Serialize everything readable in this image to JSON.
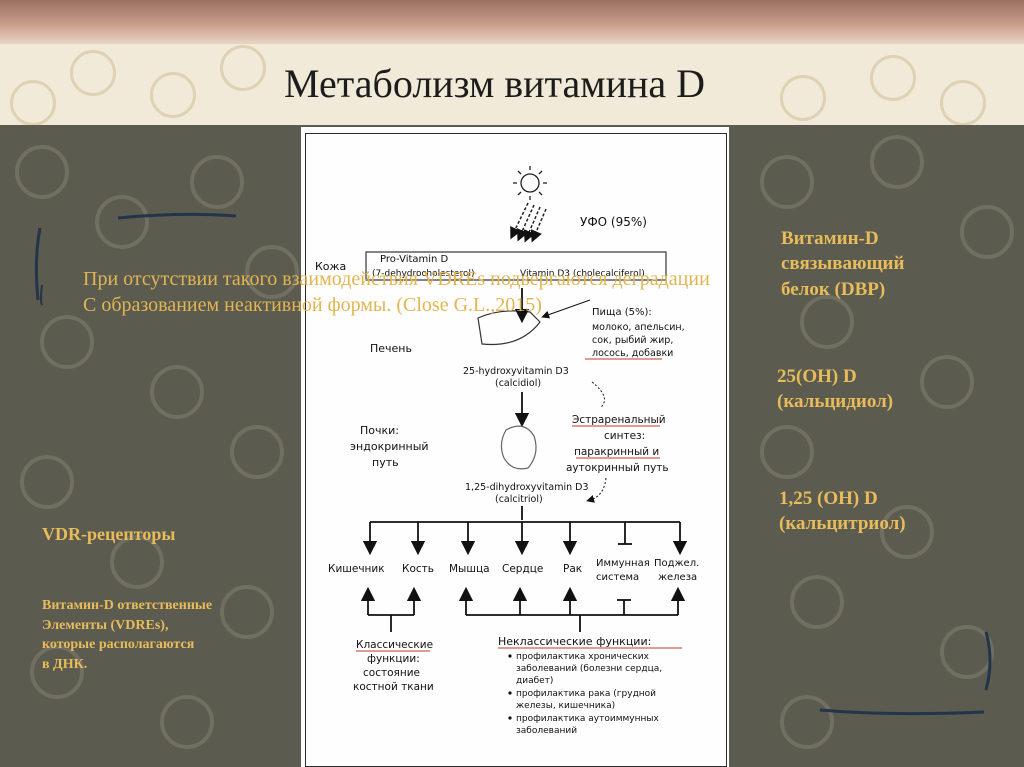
{
  "slide": {
    "title": "Метаболизм витамина D",
    "overlay_line1": "При отсутствии такого взаимодействия VDREs подвергаются деградации",
    "overlay_line2": "С образованием неактивной формы. (Close G.L.,2015)",
    "right_labels": [
      {
        "line1": "Витамин-D",
        "line2": "связывающий",
        "line3": "белок (DBP)"
      },
      {
        "line1": "25(OH) D",
        "line2": "(кальцидиол)"
      },
      {
        "line1": "1,25 (OH) D",
        "line2": "(кальцитриол)"
      }
    ],
    "left_heading": "VDR-рецепторы",
    "left_block": [
      "Витамин-D ответственные",
      "Элементы (VDREs),",
      "которые располагаются",
      "в ДНК."
    ]
  },
  "diagram": {
    "uvb_label": "УФО (95%)",
    "skin_label": "Кожа",
    "provitamin": "Pro-Vitamin D",
    "provitamin_sub": "(7-dehydrocholesterol)",
    "vitd3": "Vitamin D3 (cholecalciferol)",
    "food_title": "Пища (5%):",
    "food_lines": [
      "молоко, апельсин,",
      "сок, рыбий жир,",
      "лосось, добавки"
    ],
    "liver_label": "Печень",
    "calcidiol_line1": "25-hydroxyvitamin D3",
    "calcidiol_line2": "(calcidiol)",
    "kidney_lines": [
      "Почки:",
      "эндокринный",
      "путь"
    ],
    "extrarenal_lines": [
      "Эстраренальный",
      "синтез:",
      "паракринный и",
      "аутокринный путь"
    ],
    "calcitriol_line1": "1,25-dihydroxyvitamin D3",
    "calcitriol_line2": "(calcitriol)",
    "targets": [
      "Кишечник",
      "Кость",
      "Мышца",
      "Сердце",
      "Рак"
    ],
    "immune_lines": [
      "Иммунная",
      "система"
    ],
    "pancreas_lines": [
      "Поджел.",
      "железа"
    ],
    "classic_lines": [
      "Классические",
      "функции:",
      "состояние",
      "костной ткани"
    ],
    "nonclassic_title": "Неклассические функции:",
    "nonclassic_items": [
      [
        "профилактика хронических",
        "заболеваний (болезни сердца,",
        "диабет)"
      ],
      [
        "профилактика рака (грудной",
        "железы, кишечника)"
      ],
      [
        "профилактика аутоиммунных",
        "заболеваний"
      ]
    ]
  }
}
